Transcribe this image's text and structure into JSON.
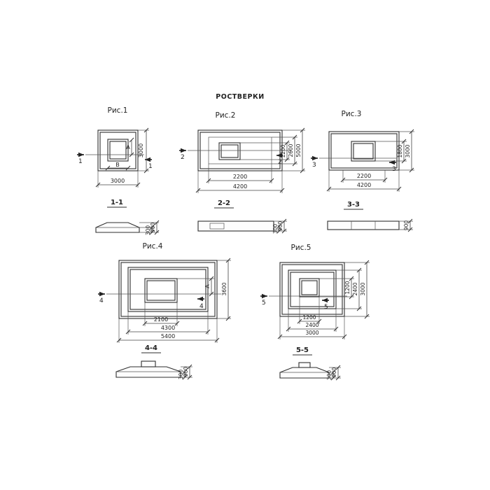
{
  "title": "РОСТВЕРКИ",
  "fig1": {
    "label": "Рис.1",
    "marker": "1",
    "section_label": "1-1",
    "letter_a": "А",
    "letter_b": "В",
    "dim_right": "3000",
    "dim_bottom": "3000",
    "sec_total": "900",
    "sec_edge": "300"
  },
  "fig2": {
    "label": "Рис.2",
    "marker": "2",
    "section_label": "2-2",
    "dims_right": [
      "1200",
      "2600",
      "5000"
    ],
    "dims_bottom": [
      "2200",
      "4200"
    ],
    "sec_total": "900",
    "sec_edge": "300"
  },
  "fig3": {
    "label": "Рис.3",
    "marker": "3",
    "section_label": "3-3",
    "dims_right": [
      "1800",
      "3000"
    ],
    "dims_bottom": [
      "2200",
      "4200"
    ],
    "sec_total": "900"
  },
  "fig4": {
    "label": "Рис.4",
    "marker": "4",
    "section_label": "4-4",
    "letter_a": "А",
    "dim_right": "3600",
    "dims_bottom": [
      "2100",
      "4300",
      "5400"
    ],
    "sec_total": "900",
    "sec_edge": "300"
  },
  "fig5": {
    "label": "Рис.5",
    "marker": "5",
    "section_label": "5-5",
    "dims_right": [
      "1200",
      "2400",
      "3000"
    ],
    "dims_bottom": [
      "1200",
      "2400",
      "3000"
    ],
    "sec_total": "900",
    "sec_edge": "300"
  }
}
